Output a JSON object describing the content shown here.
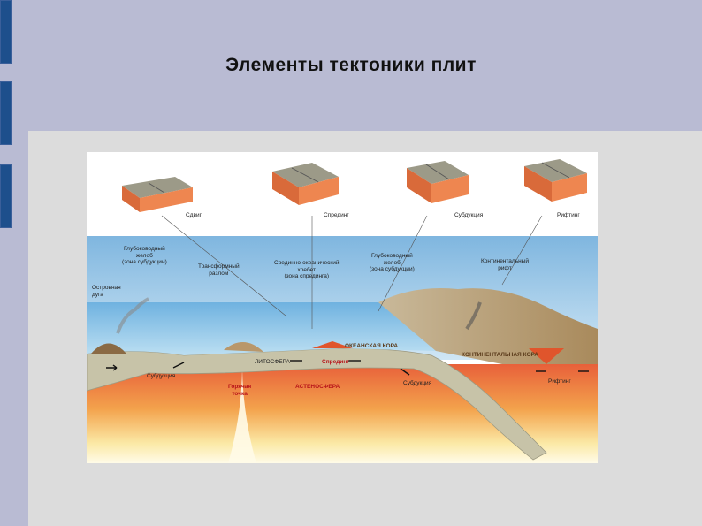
{
  "slide": {
    "title": "Элементы тектоники плит"
  },
  "figure": {
    "blocks": {
      "shear": "Сдвиг",
      "spreading": "Спрединг",
      "subduction": "Субдукция",
      "rifting": "Рифтинг"
    },
    "labels": {
      "trench_left": "Глубоководный\nжелоб\n(зона субдукции)",
      "transform_fault": "Трансформный\nразлом",
      "ridge": "Срединно-океанический\nхребет\n(зона спрединга)",
      "trench_right": "Глубоководный\nжелоб\n(зона субдукции)",
      "continental_rift": "Континентальный\nрифт",
      "island_arc": "Островная\nдуга",
      "oceanic_crust": "ОКЕАНСКАЯ КОРА",
      "continental_crust": "КОНТИНЕНТАЛЬНАЯ КОРА",
      "lithosphere": "ЛИТОСФЕРА",
      "spreading_bottom": "Спрединг",
      "subduction_left": "Субдукция",
      "hot_spot": "Горячая\nточка",
      "asthenosphere": "АСТЕНОСФЕРА",
      "subduction_right": "Субдукция",
      "rifting_bottom": "Рифтинг"
    }
  }
}
